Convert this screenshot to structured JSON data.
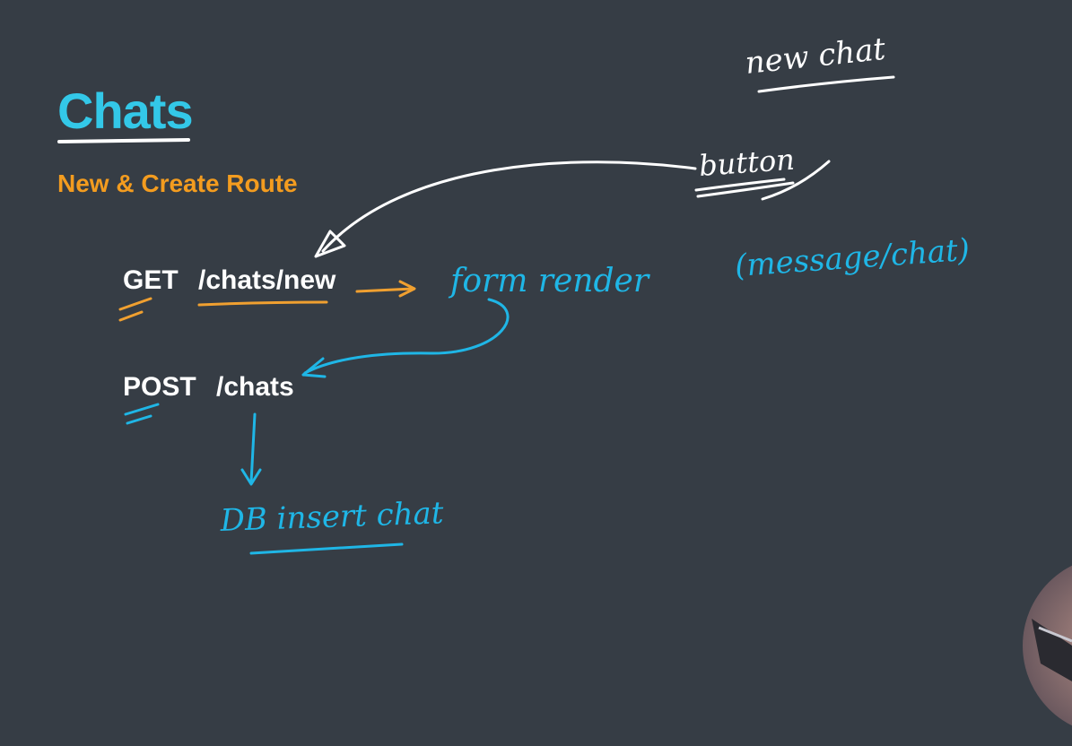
{
  "slide": {
    "title": "Chats",
    "subtitle": "New & Create Route"
  },
  "routes": [
    {
      "method": "GET",
      "path": "/chats/new"
    },
    {
      "method": "POST",
      "path": "/chats"
    }
  ],
  "annotations": {
    "new_chat": "new chat",
    "button": "button",
    "form_render": "form render",
    "message_chat": "(message/chat)",
    "db_insert": "DB insert chat"
  },
  "colors": {
    "background": "#363d45",
    "title": "#33c8e8",
    "subtitle": "#f39c1f",
    "route_text": "#ffffff",
    "annotation_white": "#ffffff",
    "annotation_cyan": "#1fb6e6",
    "annotation_orange": "#f0a030"
  }
}
